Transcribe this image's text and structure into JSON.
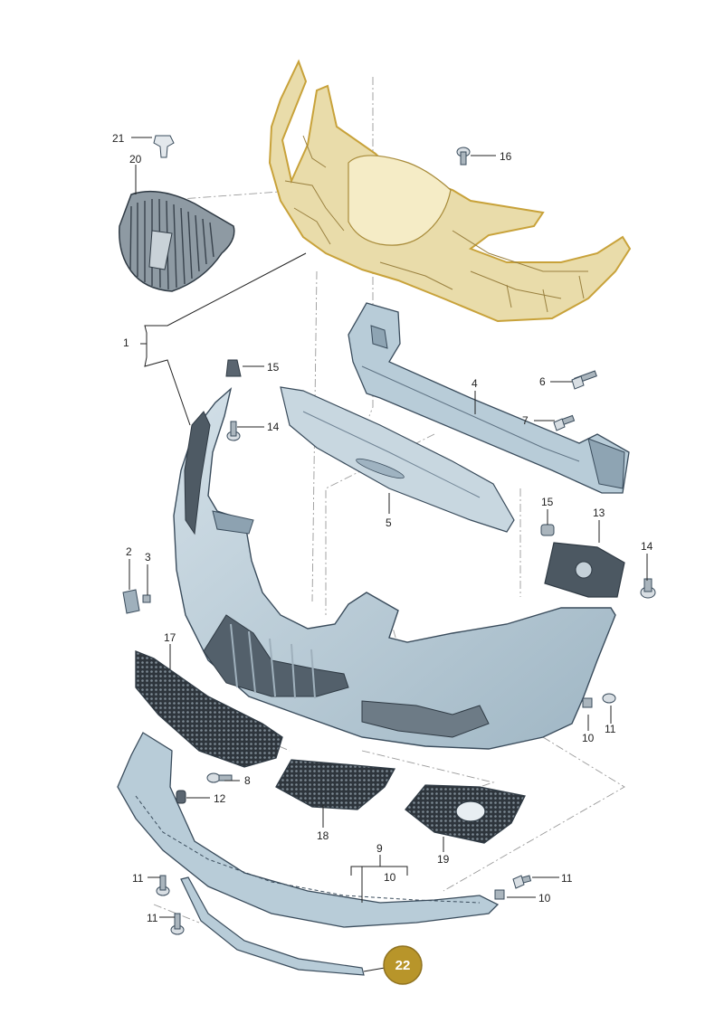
{
  "callouts": {
    "p1": "1",
    "p2": "2",
    "p3": "3",
    "p4": "4",
    "p5": "5",
    "p6": "6",
    "p7": "7",
    "p8": "8",
    "p9": "9",
    "p10a": "10",
    "p10b": "10",
    "p10c": "10",
    "p11a": "11",
    "p11b": "11",
    "p11c": "11",
    "p11d": "11",
    "p12": "12",
    "p13": "13",
    "p14a": "14",
    "p14b": "14",
    "p15a": "15",
    "p15b": "15",
    "p16": "16",
    "p17": "17",
    "p18": "18",
    "p19": "19",
    "p20": "20",
    "p21": "21"
  },
  "badge": {
    "label": "22",
    "color": "#b8952a"
  },
  "colors": {
    "highlight_fill": "#e9dcaa",
    "highlight_outline": "#c8a23a",
    "part_fill": "#b8ccd8"
  }
}
